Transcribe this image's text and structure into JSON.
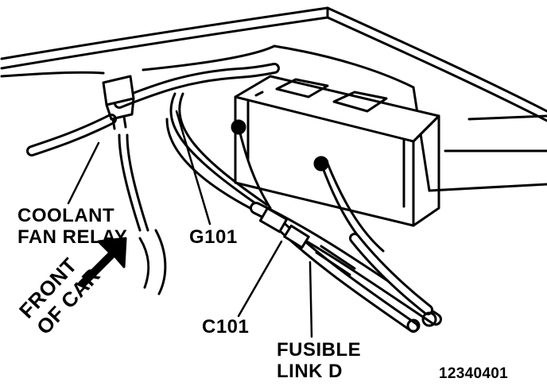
{
  "labels": {
    "coolant_fan_relay": [
      "COOLANT",
      "FAN RELAY"
    ],
    "g101": "G101",
    "c101": "C101",
    "fusible_link": [
      "FUSIBLE",
      "LINK D"
    ],
    "front_of_car": [
      "FRONT",
      "OF CAR"
    ],
    "figure_code": "12340401"
  },
  "colors": {
    "ink": "#000000",
    "paper": "#ffffff"
  }
}
